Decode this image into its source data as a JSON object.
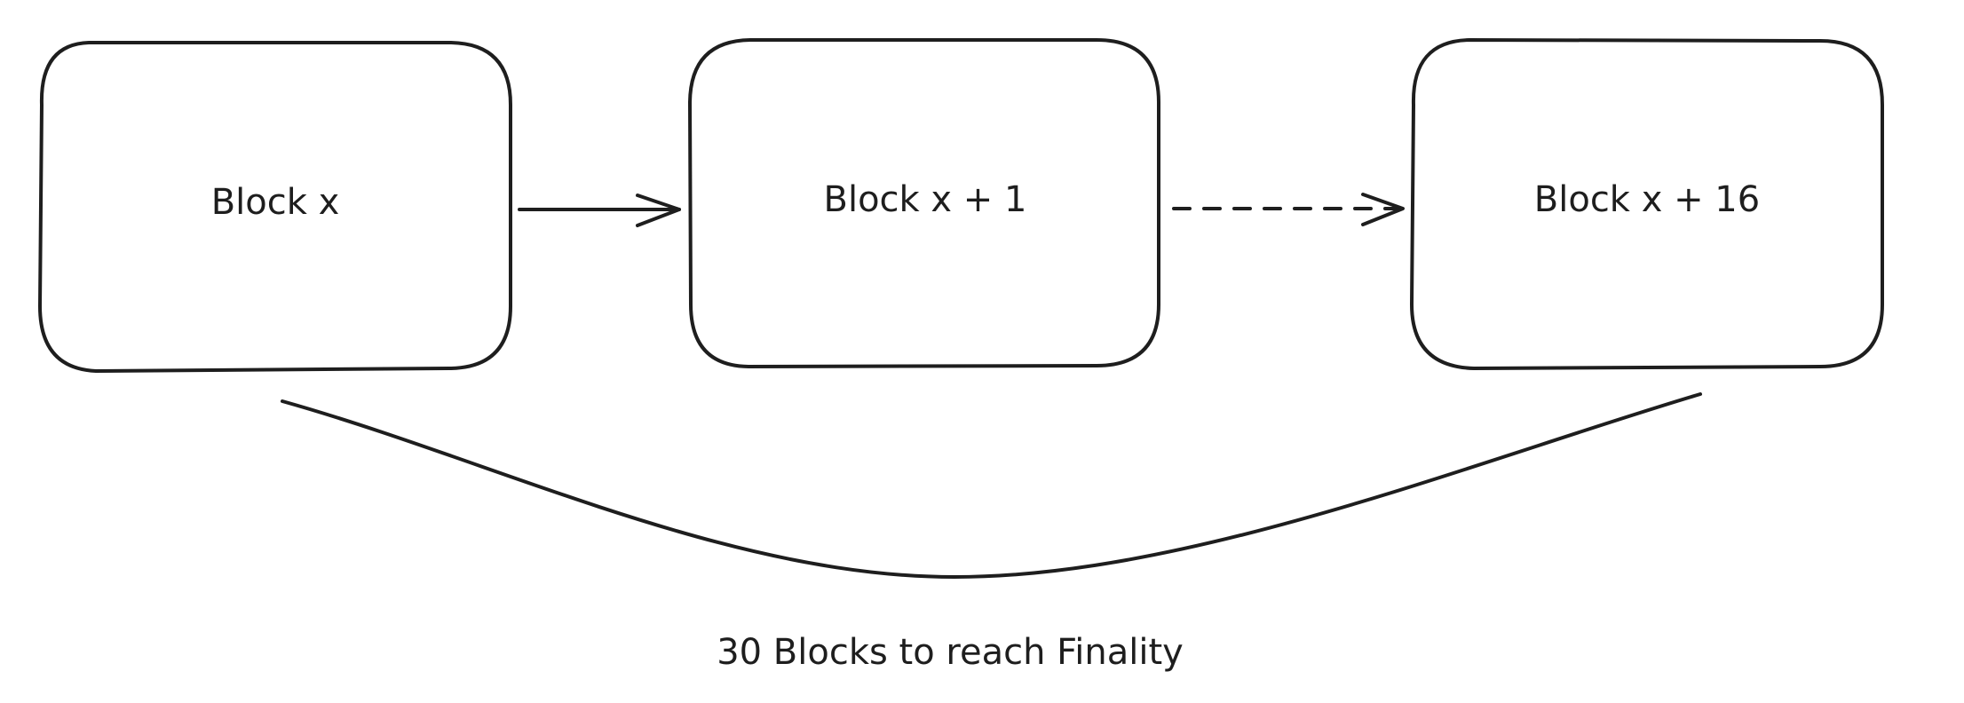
{
  "blocks": [
    {
      "label": "Block x"
    },
    {
      "label": "Block x + 1"
    },
    {
      "label": "Block x + 16"
    }
  ],
  "connectors": [
    {
      "from": "Block x",
      "to": "Block x + 1",
      "style": "solid-arrow"
    },
    {
      "from": "Block x + 1",
      "to": "Block x + 16",
      "style": "dashed-arrow"
    }
  ],
  "brace": {
    "from": "Block x",
    "to": "Block x + 16",
    "style": "curved-brace"
  },
  "caption": "30 Blocks to reach Finality",
  "colors": {
    "stroke": "#1e1e1e",
    "background": "#ffffff"
  }
}
